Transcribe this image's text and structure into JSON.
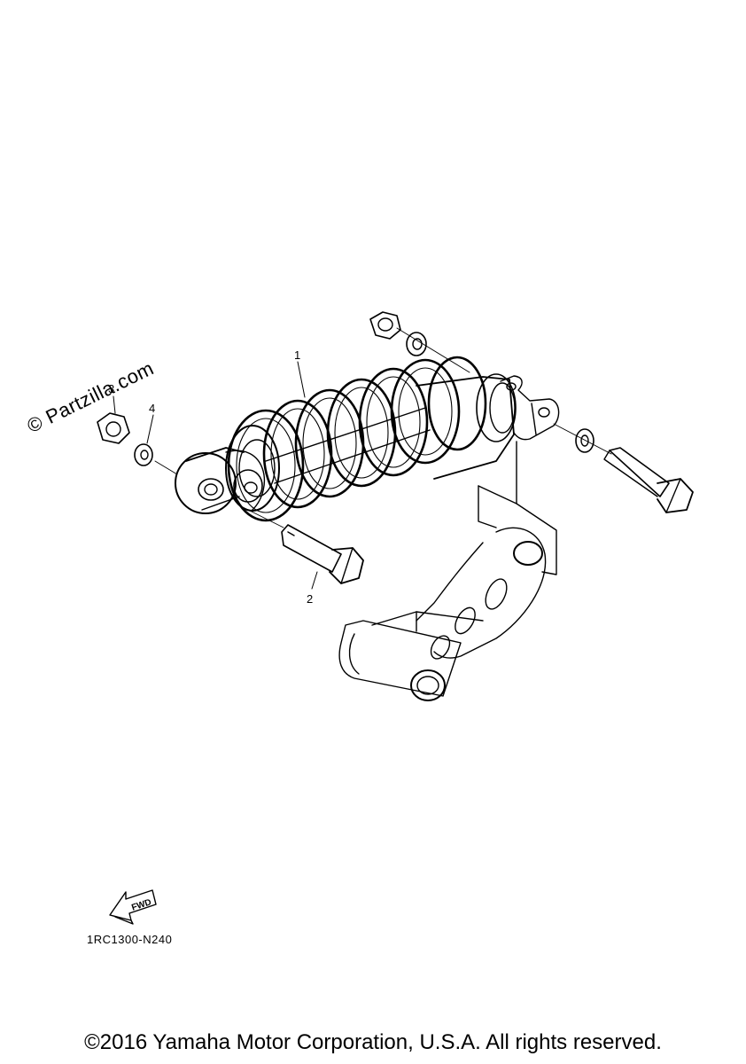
{
  "callouts": {
    "part_1": "1",
    "part_2": "2",
    "part_3": "3",
    "part_4": "4"
  },
  "watermark": "© Partzilla.com",
  "fwd_label": "FWD",
  "diagram_code": "1RC1300-N240",
  "copyright": "©2016 Yamaha Motor Corporation, U.S.A. All rights reserved.",
  "colors": {
    "line": "#000000",
    "background": "#ffffff"
  }
}
